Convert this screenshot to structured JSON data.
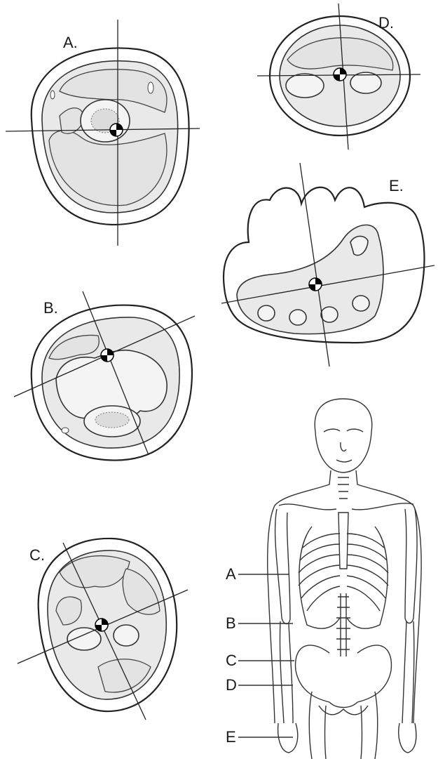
{
  "panels": {
    "a": {
      "label": "A."
    },
    "b": {
      "label": "B."
    },
    "c": {
      "label": "C."
    },
    "d": {
      "label": "D."
    },
    "e": {
      "label": "E."
    }
  },
  "figure_levels": [
    "A",
    "B",
    "C",
    "D",
    "E"
  ]
}
